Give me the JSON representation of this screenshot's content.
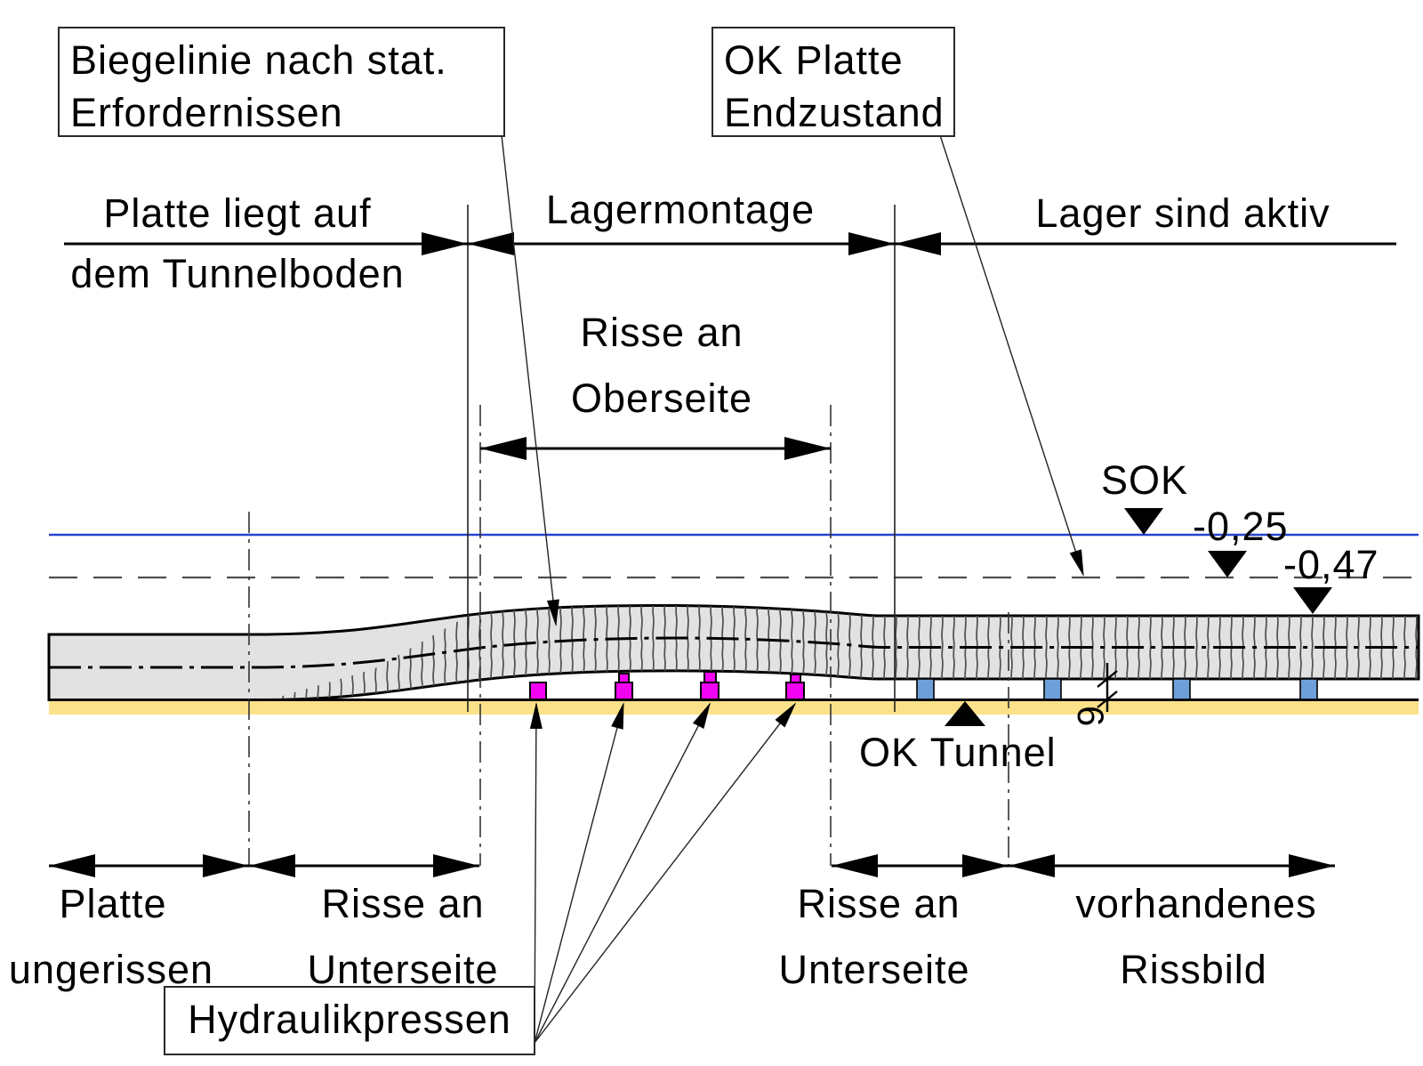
{
  "callouts": {
    "biegelinie_line1": "Biegelinie nach stat.",
    "biegelinie_line2": "Erfordernissen",
    "ok_platte_line1": "OK Platte",
    "ok_platte_line2": "Endzustand",
    "hydraulikpressen": "Hydraulikpressen"
  },
  "top_dimensions": {
    "phase1_line1": "Platte liegt auf",
    "phase1_line2": "dem Tunnelboden",
    "phase2": "Lagermontage",
    "phase3": "Lager sind aktiv"
  },
  "mid_dimension": {
    "line1": "Risse an",
    "line2": "Oberseite"
  },
  "levels": {
    "sok": "SOK",
    "minus25": "-0,25",
    "minus47": "-0,47",
    "ok_tunnel": "OK Tunnel",
    "gap_value": "6"
  },
  "bottom_dimensions": {
    "zone1_line1": "Platte",
    "zone1_line2": "ungerissen",
    "zone2_line1": "Risse an",
    "zone2_line2": "Unterseite",
    "zone3_line1": "Risse an",
    "zone3_line2": "Unterseite",
    "zone4_line1": "vorhandenes",
    "zone4_line2": "Rissbild"
  },
  "colors": {
    "slab": "#e2e2e2",
    "floor": "#fbe189",
    "press": "#f103f1",
    "bearing": "#6f9fd8",
    "rail_line": "#2743d0",
    "crack": "#4f4f4f"
  }
}
